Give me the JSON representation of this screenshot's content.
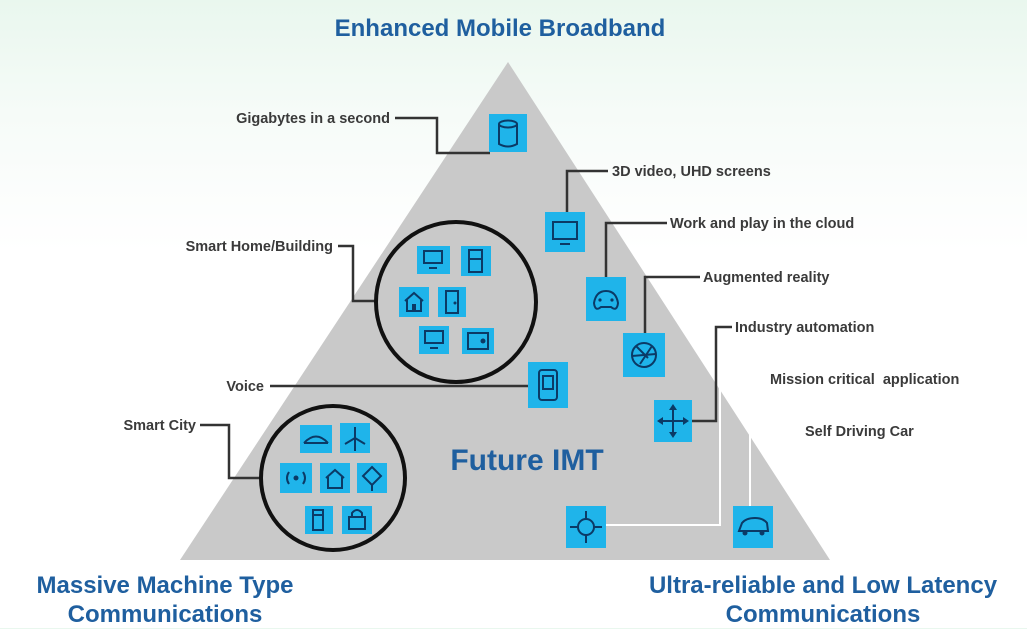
{
  "corners": {
    "top": "Enhanced Mobile Broadband",
    "bottom_left_line1": "Massive Machine Type",
    "bottom_left_line2": "Communications",
    "bottom_right_line1": "Ultra-reliable and Low Latency",
    "bottom_right_line2": "Communications"
  },
  "center_label": "Future IMT",
  "left_labels": {
    "gigabytes": "Gigabytes in a second",
    "smart_home": "Smart Home/Building",
    "voice": "Voice",
    "smart_city": "Smart City"
  },
  "right_labels": {
    "video": "3D video, UHD screens",
    "cloud": "Work and play in the cloud",
    "ar": "Augmented reality",
    "industry": "Industry automation",
    "mission": "Mission critical  application",
    "car": "Self Driving Car"
  },
  "colors": {
    "triangle": "#c9c9c9",
    "icon_tile": "#1fb4ea",
    "title_blue": "#1f5f9f"
  }
}
